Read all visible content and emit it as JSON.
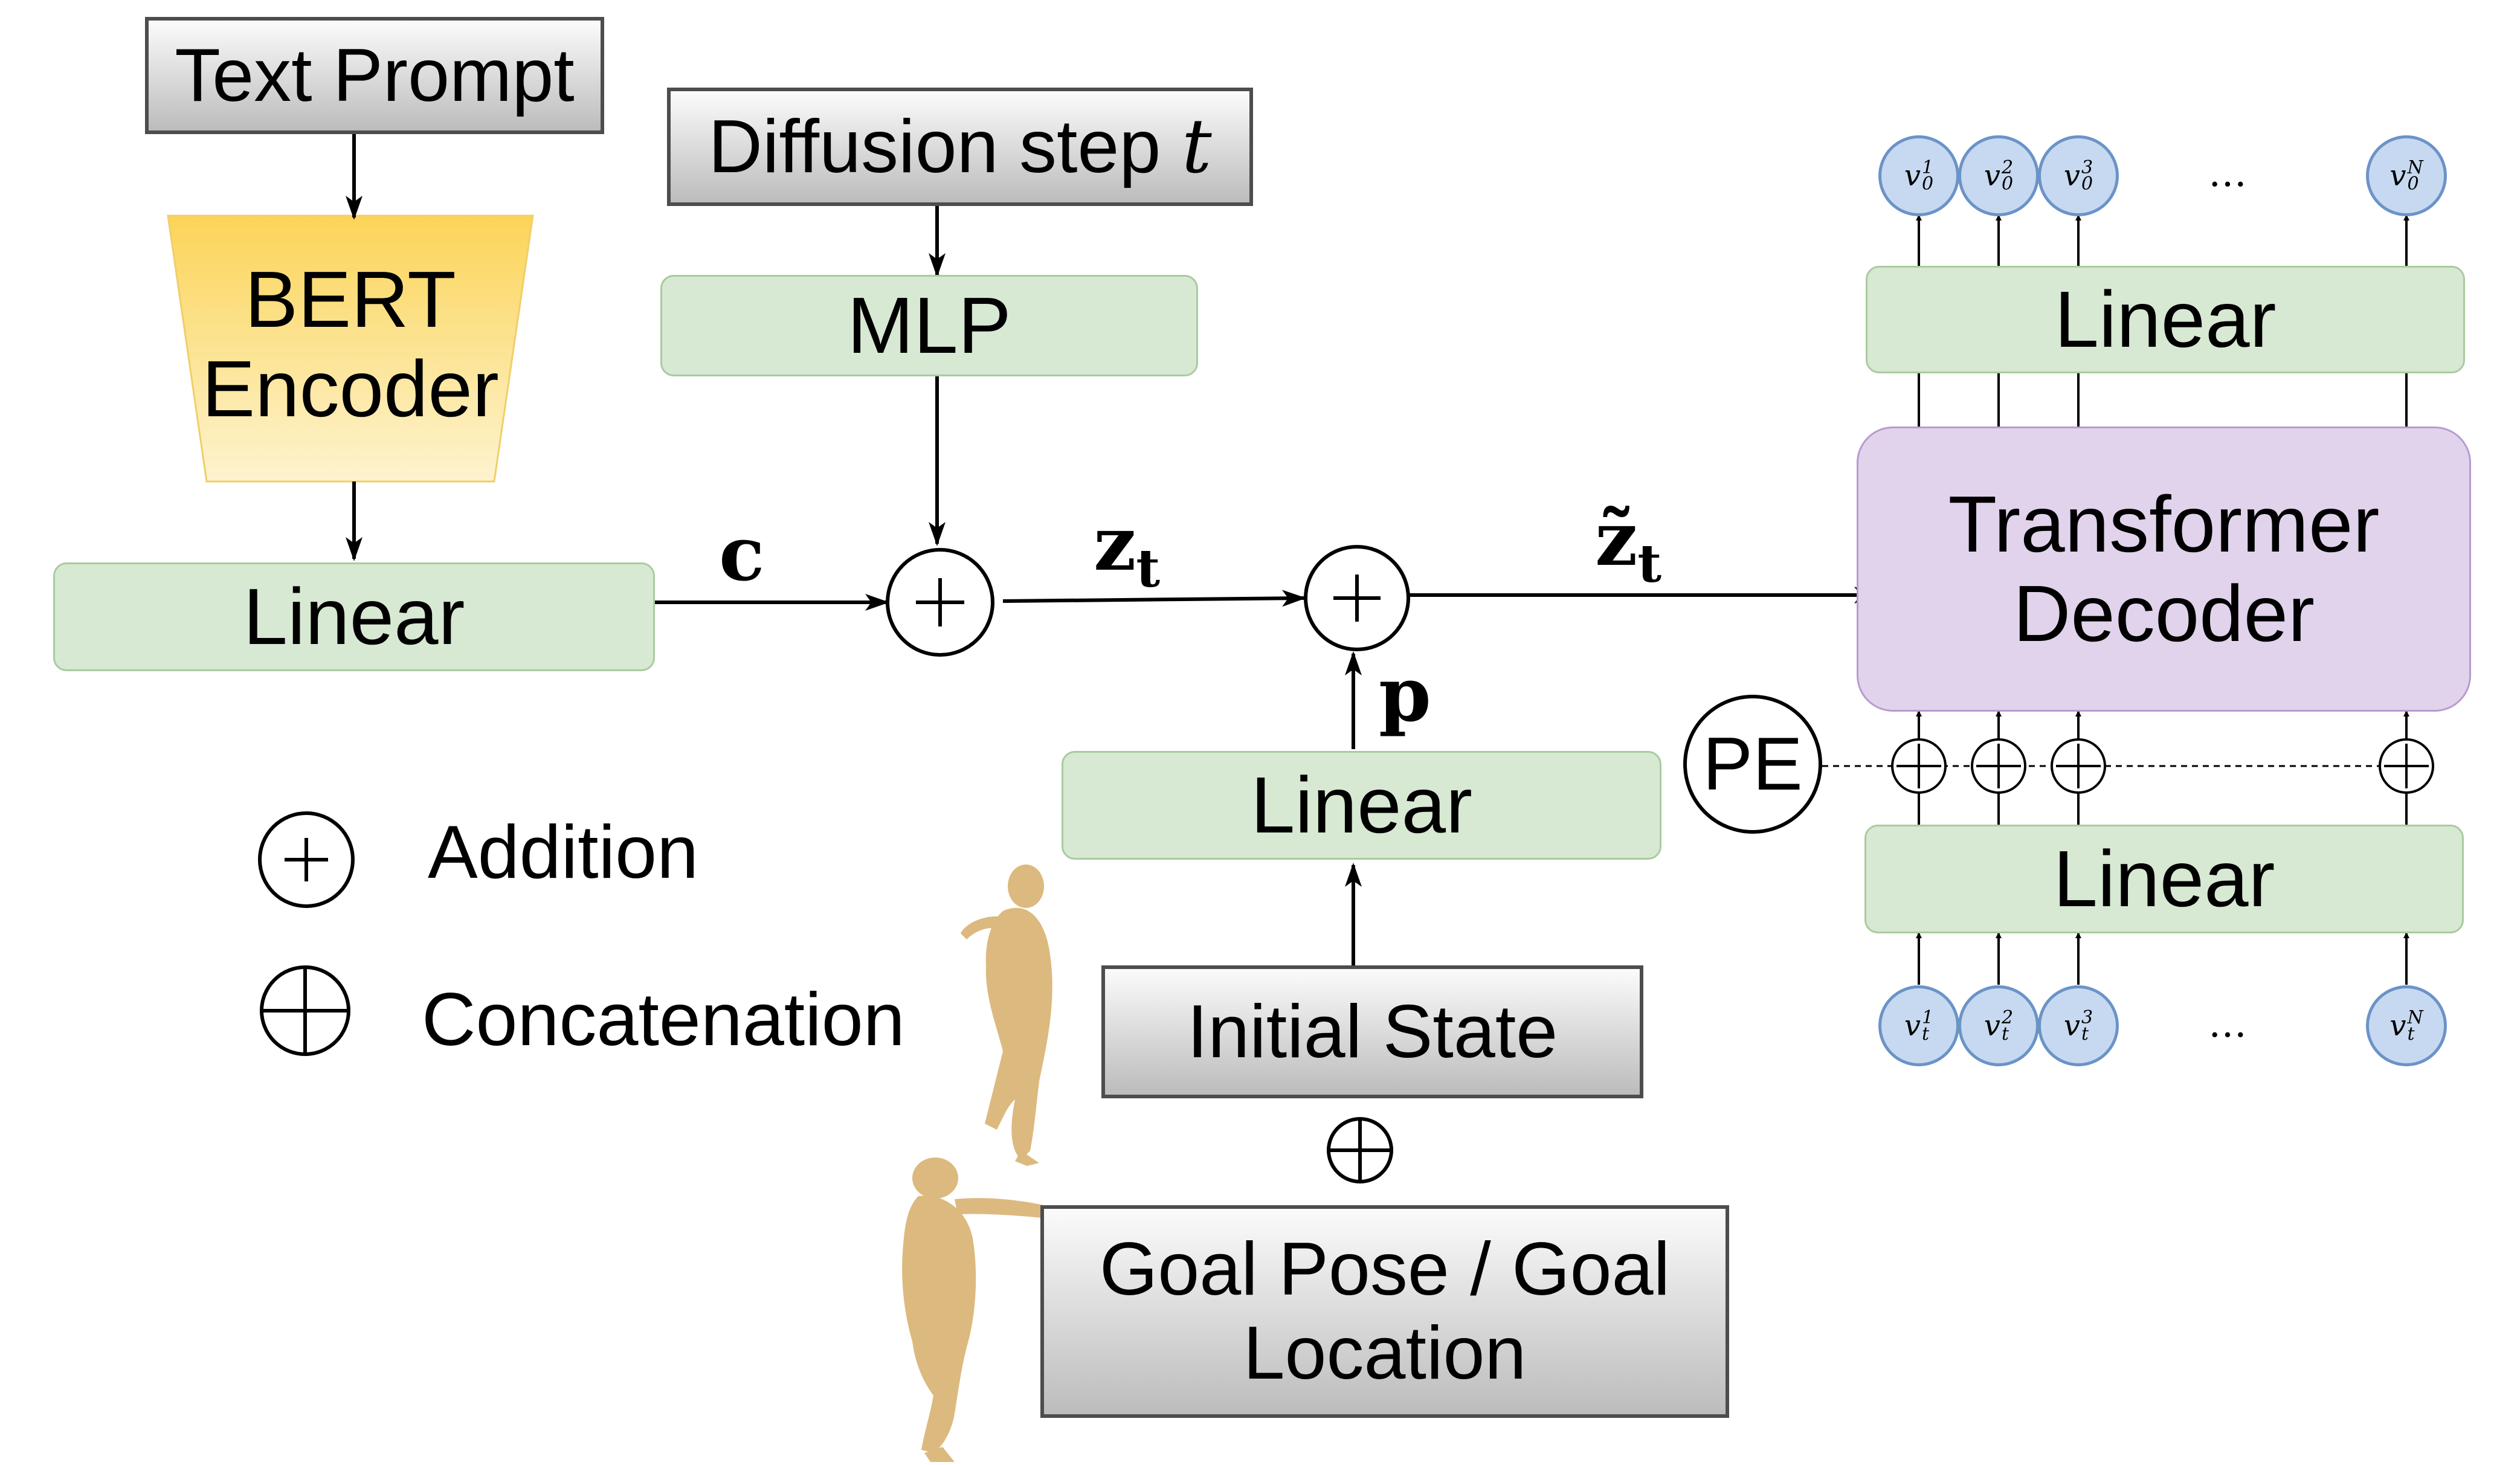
{
  "nodes": {
    "text_prompt": "Text Prompt",
    "bert_line1": "BERT",
    "bert_line2": "Encoder",
    "diffusion_text": "Diffusion step ",
    "diffusion_var": "t",
    "mlp": "MLP",
    "linear_c": "Linear",
    "linear_p": "Linear",
    "initial_state": "Initial State",
    "goal_line1": "Goal Pose / Goal",
    "goal_line2": "Location",
    "linear_top": "Linear",
    "transformer_line1": "Transformer",
    "transformer_line2": "Decoder",
    "linear_bottom": "Linear",
    "pe": "PE"
  },
  "symbols": {
    "c": "c",
    "z": "z",
    "t": "t",
    "z_tilde": "z̃",
    "p": "p"
  },
  "legend": {
    "addition": "Addition",
    "concatenation": "Concatenation"
  },
  "tokens": {
    "base": "v",
    "output_sub": "0",
    "input_sub": "t",
    "sups": [
      "1",
      "2",
      "3"
    ],
    "last_sup": "N",
    "ellipsis": "…"
  },
  "colors": {
    "green_fill": "#d7e8d3",
    "purple_fill": "#e1d3ec",
    "bert_fill_top": "#fcd458",
    "bert_fill_bottom": "#fdf3cf",
    "token_fill": "#c7d9f0",
    "figure_color": "#dcb97e"
  }
}
